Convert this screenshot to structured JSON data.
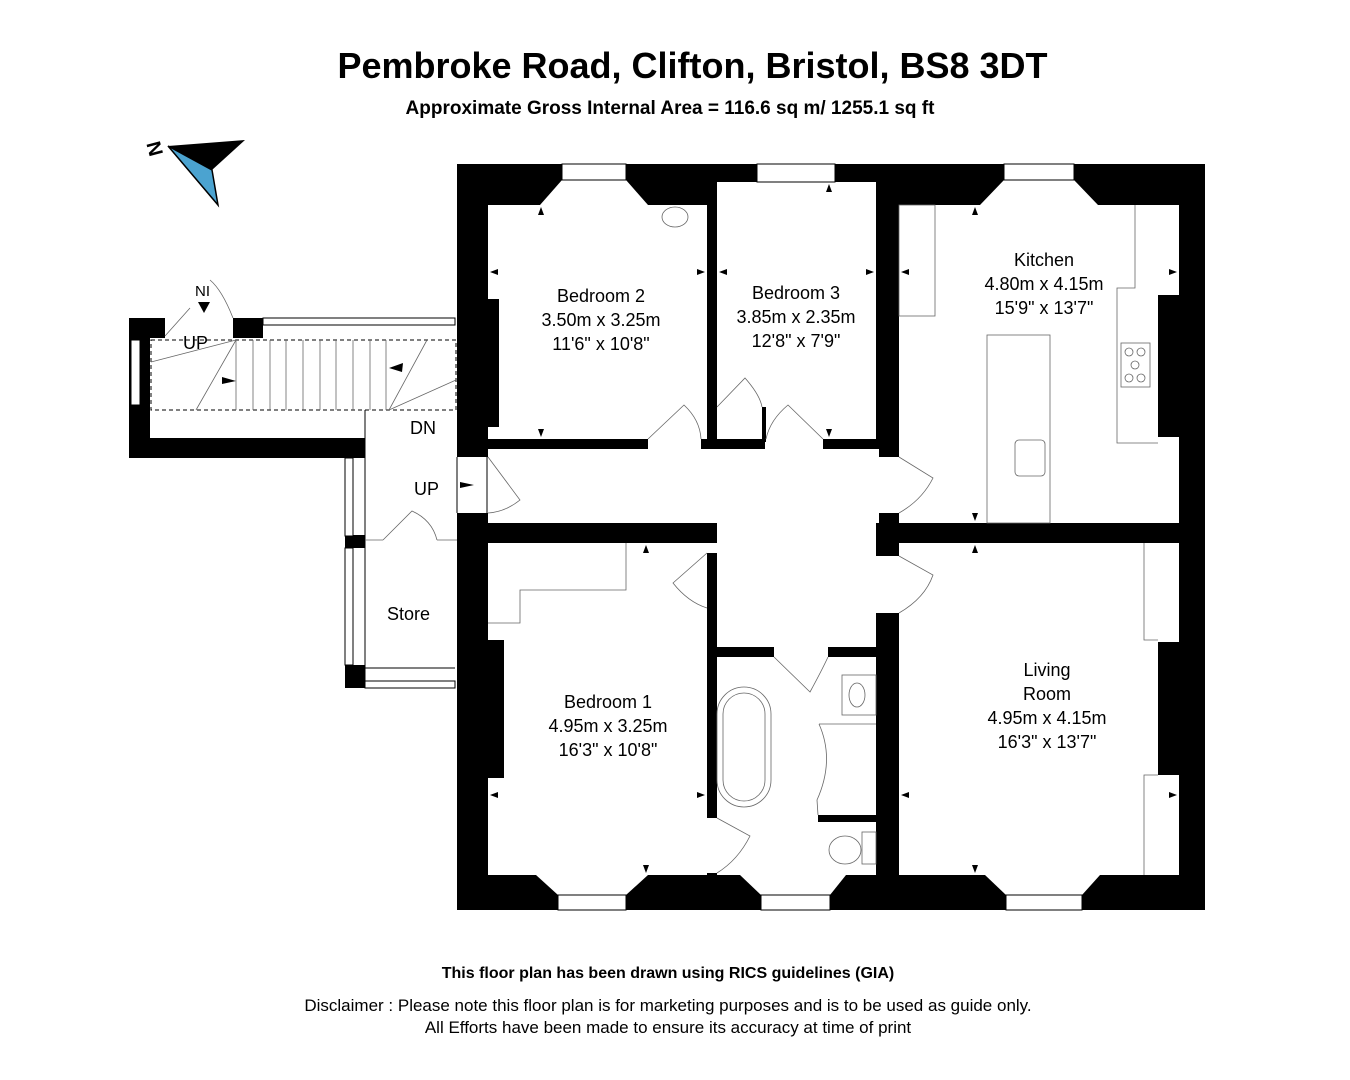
{
  "header": {
    "title": "Pembroke Road, Clifton, Bristol, BS8 3DT",
    "area": "Approximate Gross Internal Area = 116.6 sq m/ 1255.1 sq ft"
  },
  "compass": {
    "label": "N",
    "color": "#4ba3d0"
  },
  "rooms": {
    "bedroom2": {
      "name": "Bedroom 2",
      "metric": "3.50m x 3.25m",
      "imperial": "11'6\" x 10'8\""
    },
    "bedroom3": {
      "name": "Bedroom 3",
      "metric": "3.85m x 2.35m",
      "imperial": "12'8\" x 7'9\""
    },
    "kitchen": {
      "name": "Kitchen",
      "metric": "4.80m x 4.15m",
      "imperial": "15'9\" x 13'7\""
    },
    "bedroom1": {
      "name": "Bedroom 1",
      "metric": "4.95m x 3.25m",
      "imperial": "16'3\" x 10'8\""
    },
    "living": {
      "name1": "Living",
      "name2": "Room",
      "metric": "4.95m x 4.15m",
      "imperial": "16'3\" x 13'7\""
    },
    "store": {
      "name": "Store"
    }
  },
  "stairs": {
    "entrance": "NI",
    "up1": "UP",
    "dn": "DN",
    "up2": "UP"
  },
  "footer": {
    "rics": "This floor plan has been drawn using RICS guidelines (GIA)",
    "disclaimer1": "Disclaimer : Please note this floor plan is for marketing purposes and is to be used as guide only.",
    "disclaimer2": "All Efforts have been made to ensure its accuracy at time of print"
  }
}
